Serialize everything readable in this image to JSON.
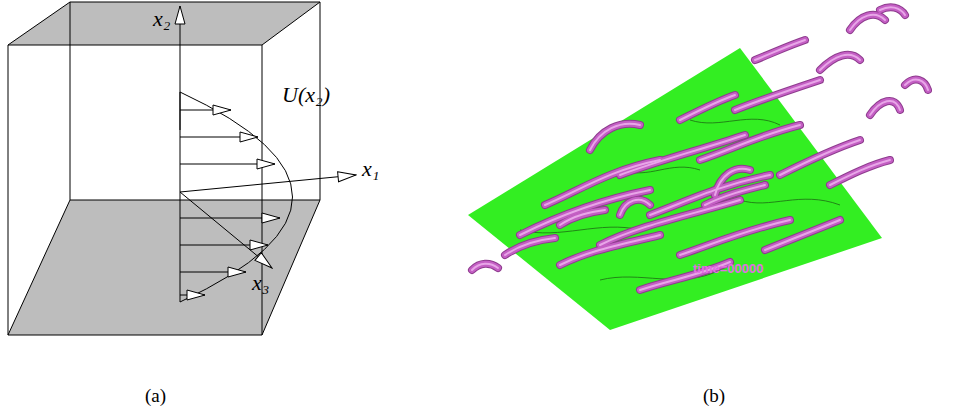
{
  "diagram": {
    "labels": [
      "x₂",
      "U(x₂)",
      "x₁",
      "x₃",
      "time=00000",
      "(a)",
      "(b)"
    ]
  }
}
